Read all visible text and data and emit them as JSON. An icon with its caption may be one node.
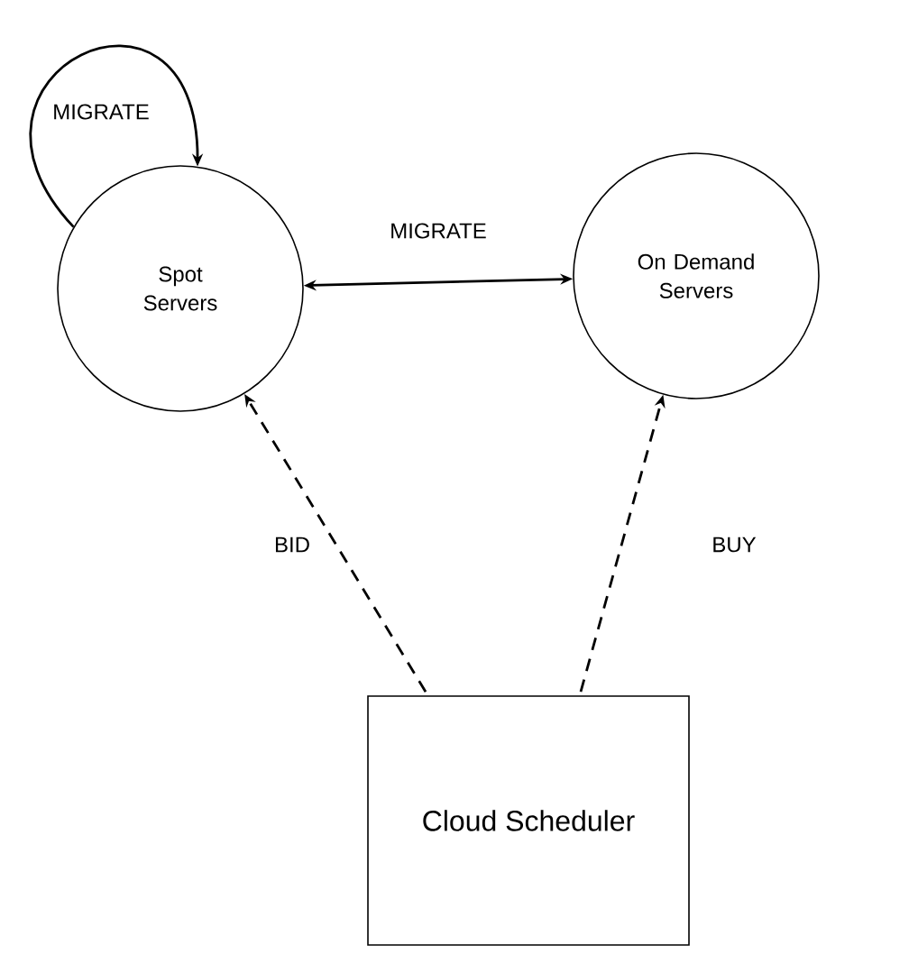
{
  "diagram": {
    "nodes": [
      {
        "text": [
          "Spot Servers"
        ]
      },
      {
        "text": [
          "On Demand Servers"
        ]
      },
      {
        "text": [
          "Cloud Scheduler"
        ]
      }
    ],
    "edges": [
      {
        "from": 0,
        "to": 0,
        "arrow": "to",
        "label": "MIGRATE"
      },
      {
        "from": 0,
        "to": 1,
        "arrow": "both",
        "label": "MIGRATE"
      },
      {
        "from": 2,
        "to": 0,
        "arrow": "to",
        "label": "BID",
        "style": "dashed"
      },
      {
        "from": 2,
        "to": 1,
        "arrow": "to",
        "label": "BUY",
        "style": "dashed"
      }
    ]
  }
}
